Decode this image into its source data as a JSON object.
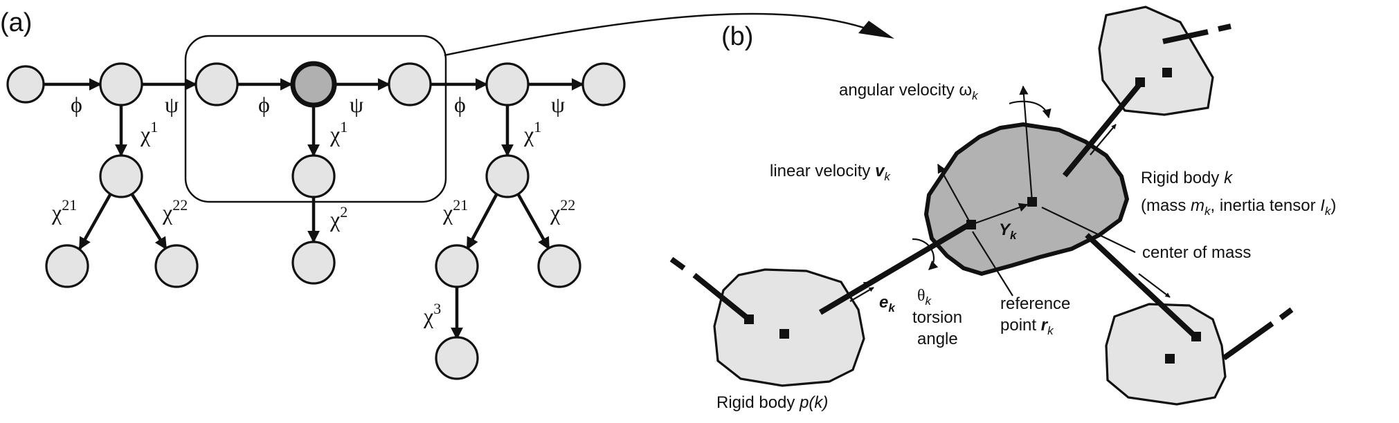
{
  "panels": {
    "a": "(a)",
    "b": "(b)"
  },
  "graph": {
    "phi": "ϕ",
    "psi": "ψ",
    "chi": "χ",
    "sup_1": "1",
    "sup_2": "2",
    "sup_3": "3",
    "sup_21": "21",
    "sup_22": "22"
  },
  "bodies": {
    "angular_velocity": "angular velocity ω",
    "linear_velocity": "linear velocity ",
    "rigid_body_k": "Rigid body ",
    "k": "k",
    "mass_open": "(mass ",
    "m": "m",
    "inertia": ", inertia tensor ",
    "I": "I",
    "close": ")",
    "Y": "Y",
    "center_of_mass": "center of mass",
    "e": "e",
    "theta": "θ",
    "torsion": "torsion",
    "angle": "angle",
    "reference": "reference",
    "point": "point ",
    "r": "r",
    "rigid_body_p": "Rigid body ",
    "pk": "p(k)",
    "v": "v"
  }
}
